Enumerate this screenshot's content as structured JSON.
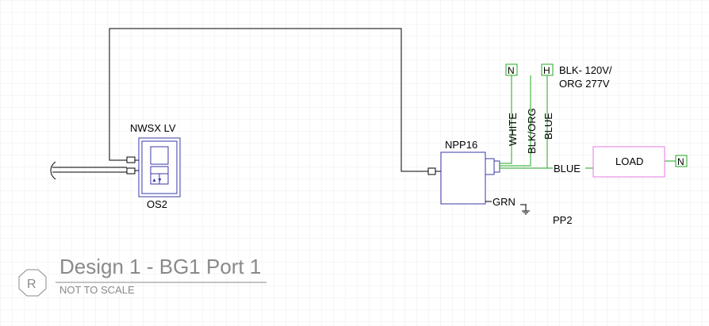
{
  "device_sensor": {
    "top_label": "NWSX LV",
    "bottom_label": "OS2",
    "arrow_buttons": "▲▼"
  },
  "device_power_pack": {
    "name": "NPP16",
    "ground_label": "GRN",
    "pack_id": "PP2"
  },
  "wires": {
    "white": "WHITE",
    "blk_org": "BLK/ORG",
    "blue_vertical": "BLUE",
    "blue_horizontal": "BLUE"
  },
  "terminals": {
    "neutral_top": "N",
    "hot_top": "H",
    "neutral_load": "N"
  },
  "hot_note": {
    "line1": "BLK- 120V/",
    "line2": "ORG 277V"
  },
  "load": {
    "label": "LOAD"
  },
  "title_block": {
    "revision_letter": "R",
    "title": "Design 1 - BG1 Port 1",
    "subtitle": "NOT TO SCALE"
  },
  "colors": {
    "grid": "#e6e6e6",
    "wire_black": "#000000",
    "wire_green": "#22aa22",
    "device_outline": "#3a3aa8",
    "load_outline": "#e07ae0",
    "terminal_green": "#22aa22",
    "title_gray": "#8a8a8a"
  }
}
